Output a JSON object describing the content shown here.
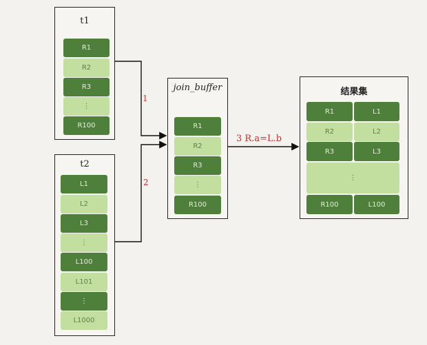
{
  "t1": {
    "title": "t1",
    "rows": [
      "R1",
      "R2",
      "R3",
      "⋮",
      "R100"
    ]
  },
  "t2": {
    "title": "t2",
    "rows": [
      "L1",
      "L2",
      "L3",
      "⋮",
      "L100",
      "L101",
      "⋮",
      "L1000"
    ]
  },
  "join_buffer": {
    "title": "join_buffer",
    "rows": [
      "R1",
      "R2",
      "R3",
      "⋮",
      "R100"
    ]
  },
  "result": {
    "title": "结果集",
    "rows": [
      [
        "R1",
        "L1"
      ],
      [
        "R2",
        "L2"
      ],
      [
        "R3",
        "L3"
      ],
      [
        "⋮"
      ],
      [
        "R100",
        "L100"
      ]
    ]
  },
  "arrows": {
    "a1": "1",
    "a2": "2",
    "a3": "3 R.a=L.b"
  },
  "colors": {
    "dark_cell": "#4e7f3b",
    "light_cell": "#c3df9f",
    "arrow_label": "#c9302c"
  }
}
